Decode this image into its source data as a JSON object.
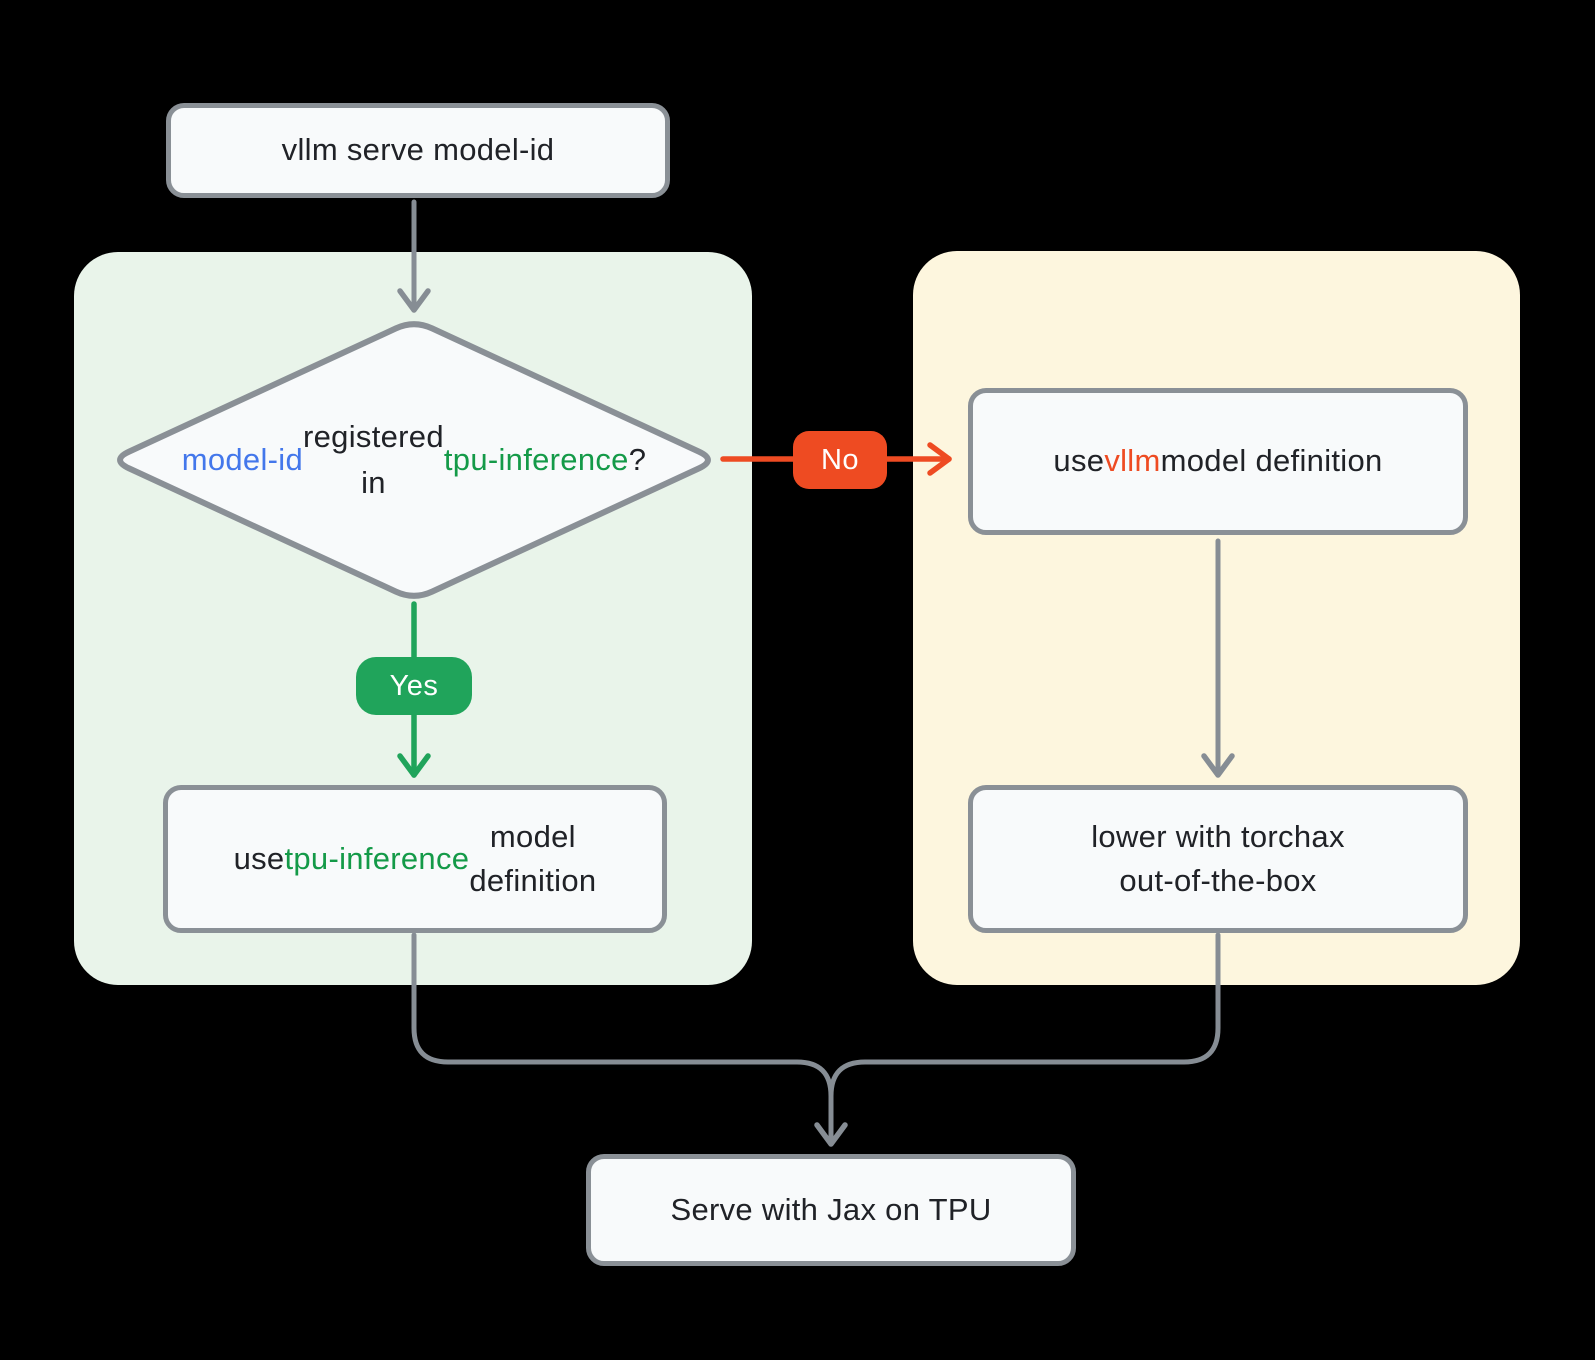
{
  "palette": {
    "bg": "#000000",
    "panelGreen": "#E9F4EA",
    "panelYellow": "#FDF6DE",
    "nodeFill": "#F8FAFB",
    "nodeBorder": "#8A9096",
    "connector": "#868D94",
    "textDark": "#202227",
    "blue": "#4377EB",
    "green": "#149A48",
    "badgeGreen": "#20A45B",
    "red": "#EE4B22",
    "white": "#FFFFFF"
  },
  "nodes": {
    "start": {
      "label": "vllm serve model-id"
    },
    "decision": {
      "segments": [
        {
          "text": "model-id",
          "color": "blue"
        },
        {
          "text": " registered\nin "
        },
        {
          "text": "tpu-inference",
          "color": "green"
        },
        {
          "text": "?"
        }
      ]
    },
    "use_vllm": {
      "segments": [
        {
          "text": "use "
        },
        {
          "text": "vllm",
          "color": "red"
        },
        {
          "text": " model definition"
        }
      ]
    },
    "use_tpu": {
      "segments": [
        {
          "text": "use "
        },
        {
          "text": "tpu-inference",
          "color": "green"
        },
        {
          "text": " model\ndefinition"
        }
      ]
    },
    "lower_torchax": {
      "label": "lower with torchax\nout-of-the-box"
    },
    "serve": {
      "label": "Serve with Jax on TPU"
    }
  },
  "edges": {
    "yes_label": "Yes",
    "no_label": "No"
  }
}
